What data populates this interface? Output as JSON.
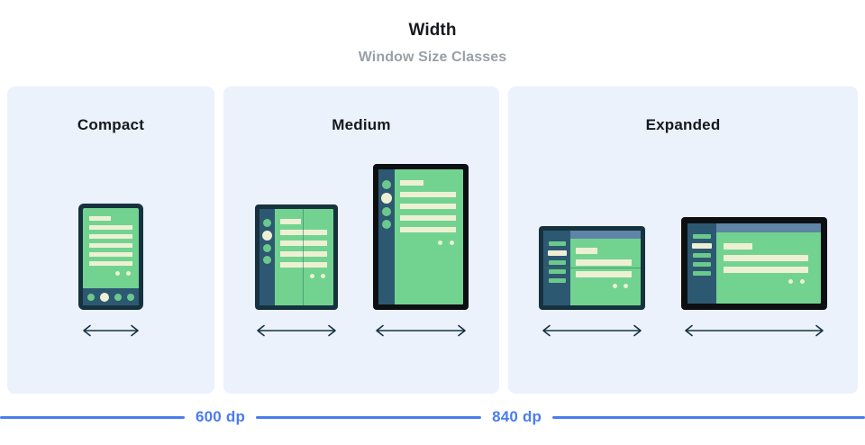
{
  "header": {
    "title": "Width",
    "subtitle": "Window Size Classes"
  },
  "panels": [
    {
      "label": "Compact"
    },
    {
      "label": "Medium"
    },
    {
      "label": "Expanded"
    }
  ],
  "scale": {
    "breakpoints": [
      {
        "label": "600 dp"
      },
      {
        "label": "840 dp"
      }
    ]
  },
  "icons": {
    "resize_arrow": "double-headed-horizontal-arrow"
  },
  "colors": {
    "panel_background": "#ebf2fc",
    "device_bezel_navy": "#16323f",
    "device_bezel_black": "#0d0f12",
    "screen_green": "#72d391",
    "content_bar_cream": "#eef0d4",
    "nav_rail_blue": "#2d5871",
    "top_bar_blue": "#5e84a6",
    "accent_blue": "#4a7cf0",
    "title_text": "#16191d",
    "subtitle_text": "#9aa0a6"
  }
}
